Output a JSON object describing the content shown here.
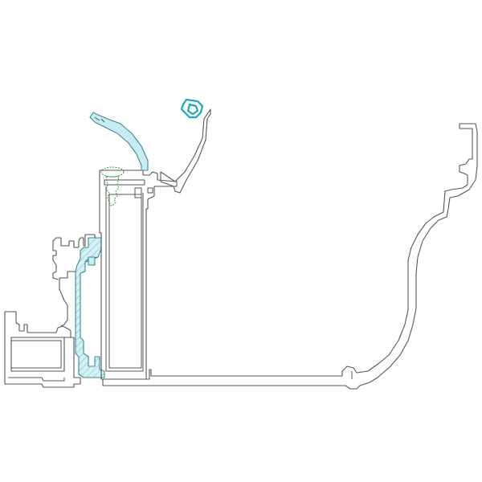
{
  "drawing": {
    "type": "profile-cross-section",
    "colors": {
      "profile_outline": "#555555",
      "hatch_fill": "#c7ecf2",
      "hatch_line": "#3a8a96",
      "gasket": "#1aa7b8",
      "screw": "#2e9a3c",
      "background": "#ffffff"
    },
    "components": [
      {
        "id": "left-frame",
        "label": ""
      },
      {
        "id": "hatched-insert",
        "label": ""
      },
      {
        "id": "main-mullion",
        "label": ""
      },
      {
        "id": "base-sill",
        "label": ""
      },
      {
        "id": "gutter-channel",
        "label": ""
      },
      {
        "id": "glazing-bead-arm",
        "label": ""
      },
      {
        "id": "gasket",
        "label": ""
      },
      {
        "id": "fixing-screw",
        "label": ""
      }
    ]
  }
}
